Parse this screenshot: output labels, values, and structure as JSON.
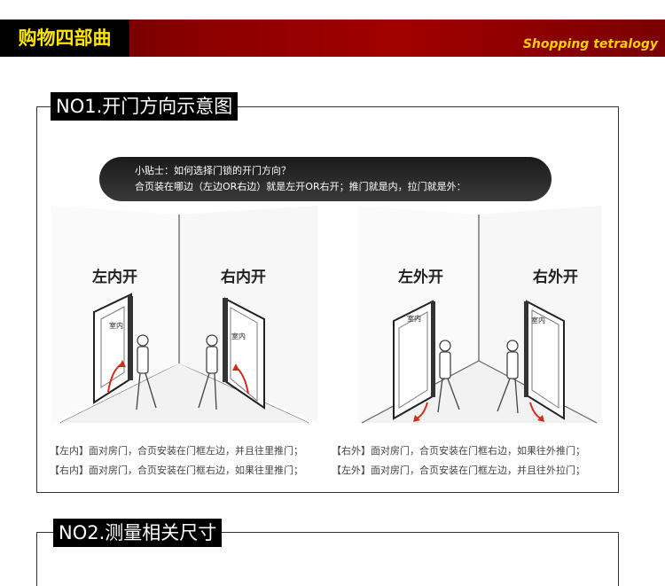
{
  "header": {
    "title": "购物四部曲",
    "subtitle": "Shopping tetralogy"
  },
  "section1": {
    "label": "NO1.开门方向示意图",
    "tip_line1": "小贴士：如何选择门锁的开门方向？",
    "tip_line2": "合页装在哪边（左边OR右边）就是左开OR右开；推门就是内，拉门就是外：",
    "scenes": [
      {
        "label": "左内开",
        "door_text": "室内"
      },
      {
        "label": "右内开",
        "door_text": "室内"
      },
      {
        "label": "左外开",
        "door_text": "室内"
      },
      {
        "label": "右外开",
        "door_text": "室内"
      }
    ],
    "descriptions": [
      "【左内】面对房门，合页安装在门框左边，并且往里推门；",
      "【右外】面对房门，合页安装在门框右边，如果往外推门；",
      "【右内】面对房门，合页安装在门框右边，如果往里推门；",
      "【左外】面对房门，合页安装在门框左边，并且往外拉门；"
    ]
  },
  "section2": {
    "label": "NO2.测量相关尺寸"
  },
  "colors": {
    "banner_red": "#a10000",
    "banner_title_text": "#ffe600",
    "subtitle_text": "#ffd200",
    "arrow_red": "#d42a1a"
  }
}
